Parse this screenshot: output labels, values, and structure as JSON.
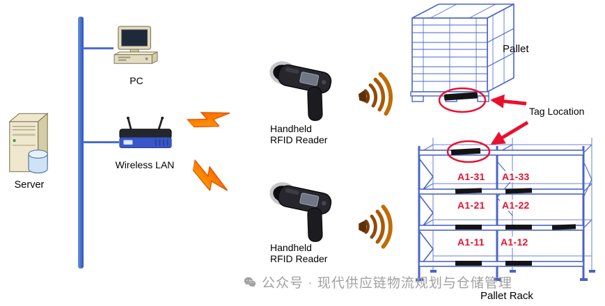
{
  "diagram": {
    "server_label": "Server",
    "pc_label": "PC",
    "wireless_lan_label": "Wireless LAN",
    "reader_top": {
      "line1": "Handheld",
      "line2": "RFID Reader"
    },
    "reader_bottom": {
      "line1": "Handheld",
      "line2": "RFID Reader"
    },
    "pallet_label": "Pallet",
    "tag_location_label": "Tag Location",
    "pallet_rack_label": "Pallet Rack",
    "rack_locations": [
      "A1-31",
      "A1-33",
      "A1-21",
      "A1-22",
      "A1-11",
      "A1-12"
    ],
    "watermark_text": "公众号 · 现代供应链物流规划与仓储管理",
    "colors": {
      "highlight_red": "#e8112d",
      "wireframe_blue": "#4a63c8",
      "backbone_blue": "#3a5fc0",
      "bolt_orange": "#ff7a00",
      "wave_brown": "#a05a08",
      "watermark_gray": "#a0a0a0"
    }
  }
}
